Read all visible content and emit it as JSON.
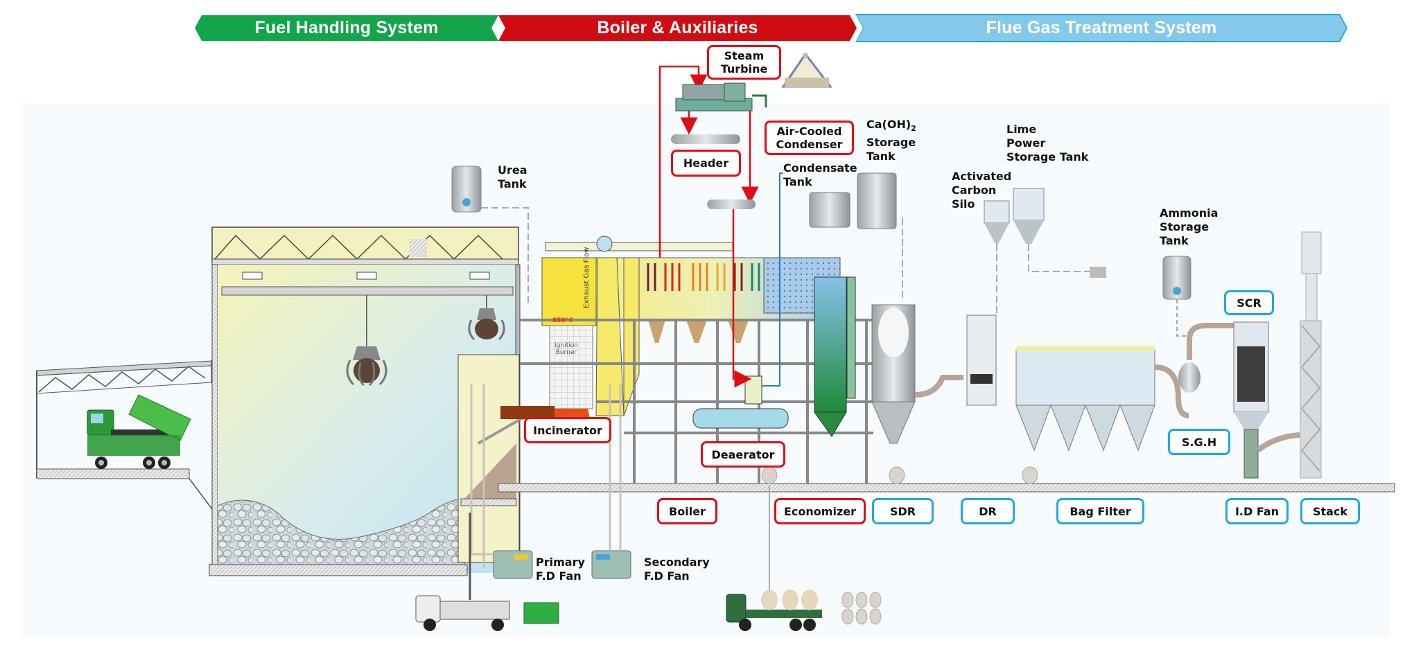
{
  "banners": {
    "fuel_handling": "Fuel Handling System",
    "boiler_aux": "Boiler & Auxiliaries",
    "flue_gas": "Flue Gas Treatment System"
  },
  "colors": {
    "fuel_handling": "#12a54a",
    "boiler_aux": "#d00c12",
    "flue_gas": "#85c9ea",
    "red_box_border": "#e10d14",
    "blue_box_border": "#1ca9e1"
  },
  "red_boxes": {
    "steam_turbine": "Steam\nTurbine",
    "air_cooled_condenser": "Air-Cooled\nCondenser",
    "header": "Header",
    "incinerator": "Incinerator",
    "deaerator": "Deaerator",
    "boiler": "Boiler",
    "economizer": "Economizer"
  },
  "blue_boxes": {
    "sdr": "SDR",
    "dr": "DR",
    "bag_filter": "Bag Filter",
    "id_fan": "I.D Fan",
    "stack": "Stack",
    "scr": "SCR",
    "sgh": "S.G.H"
  },
  "labels": {
    "urea_tank": "Urea\nTank",
    "caoh2_storage_tank_line1": "Ca(OH)",
    "caoh2_subscript": "2",
    "caoh2_storage_tank_rest": "Storage\nTank",
    "condensate_tank": "Condensate\nTank",
    "activated_carbon_silo": "Activated\nCarbon\nSilo",
    "lime_power_storage_tank": "Lime\nPower\nStorage Tank",
    "ammonia_storage_tank": "Ammonia\nStorage\nTank",
    "primary_fd_fan": "Primary\nF.D Fan",
    "secondary_fd_fan": "Secondary\nF.D Fan"
  },
  "annotations": {
    "temperature": "850°C",
    "ignition_burner": "Ignition\nBurner",
    "exhaust_gas_flow": "Exhaust Gas Flow"
  }
}
